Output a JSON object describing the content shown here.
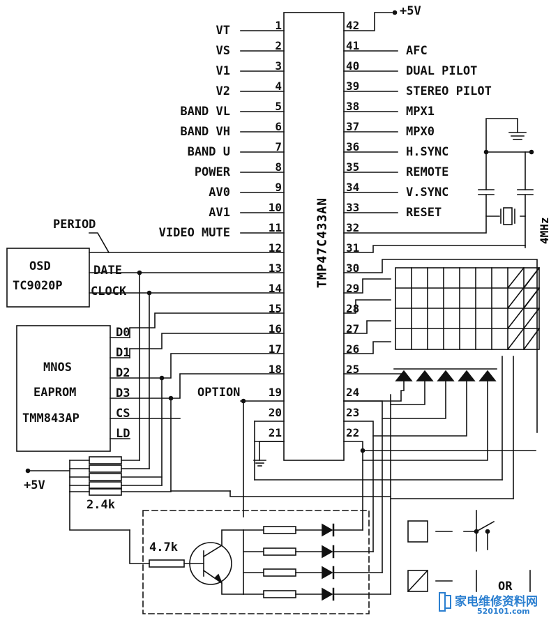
{
  "chip": {
    "name": "TMP47C433AN"
  },
  "power_top": "+5V",
  "left_pins": [
    {
      "n": "1",
      "label": "VT"
    },
    {
      "n": "2",
      "label": "VS"
    },
    {
      "n": "3",
      "label": "V1"
    },
    {
      "n": "4",
      "label": "V2"
    },
    {
      "n": "5",
      "label": "BAND VL"
    },
    {
      "n": "6",
      "label": "BAND VH"
    },
    {
      "n": "7",
      "label": "BAND U"
    },
    {
      "n": "8",
      "label": "POWER"
    },
    {
      "n": "9",
      "label": "AV0"
    },
    {
      "n": "10",
      "label": "AV1"
    },
    {
      "n": "11",
      "label": "VIDEO MUTE"
    },
    {
      "n": "12",
      "label": ""
    },
    {
      "n": "13",
      "label": ""
    },
    {
      "n": "14",
      "label": ""
    },
    {
      "n": "15",
      "label": ""
    },
    {
      "n": "16",
      "label": ""
    },
    {
      "n": "17",
      "label": ""
    },
    {
      "n": "18",
      "label": ""
    },
    {
      "n": "19",
      "label": "OPTION"
    },
    {
      "n": "20",
      "label": ""
    },
    {
      "n": "21",
      "label": ""
    }
  ],
  "right_pins": [
    {
      "n": "42",
      "label": ""
    },
    {
      "n": "41",
      "label": "AFC"
    },
    {
      "n": "40",
      "label": "DUAL PILOT"
    },
    {
      "n": "39",
      "label": "STEREO PILOT"
    },
    {
      "n": "38",
      "label": "MPX1"
    },
    {
      "n": "37",
      "label": "MPX0"
    },
    {
      "n": "36",
      "label": "H.SYNC"
    },
    {
      "n": "35",
      "label": "REMOTE"
    },
    {
      "n": "34",
      "label": "V.SYNC"
    },
    {
      "n": "33",
      "label": "RESET"
    },
    {
      "n": "32",
      "label": ""
    },
    {
      "n": "31",
      "label": ""
    },
    {
      "n": "30",
      "label": ""
    },
    {
      "n": "29",
      "label": ""
    },
    {
      "n": "28",
      "label": ""
    },
    {
      "n": "27",
      "label": ""
    },
    {
      "n": "26",
      "label": ""
    },
    {
      "n": "25",
      "label": ""
    },
    {
      "n": "24",
      "label": ""
    },
    {
      "n": "23",
      "label": ""
    },
    {
      "n": "22",
      "label": ""
    }
  ],
  "osd": {
    "line1": "OSD",
    "line2": "TC9020P",
    "period": "PERIOD",
    "date": "DATE",
    "clock": "CLOCK"
  },
  "eeprom": {
    "line1": "MNOS",
    "line2": "EAPROM",
    "line3": "TMM843AP",
    "pins": [
      "D0",
      "D1",
      "D2",
      "D3",
      "CS",
      "LD"
    ]
  },
  "crystal": "4MHz",
  "supply_left": "+5V",
  "resistor_24": "2.4k",
  "resistor_47": "4.7k",
  "or_label": "OR",
  "watermark": {
    "cn": "家电维修资料网",
    "url": "520101.com"
  }
}
